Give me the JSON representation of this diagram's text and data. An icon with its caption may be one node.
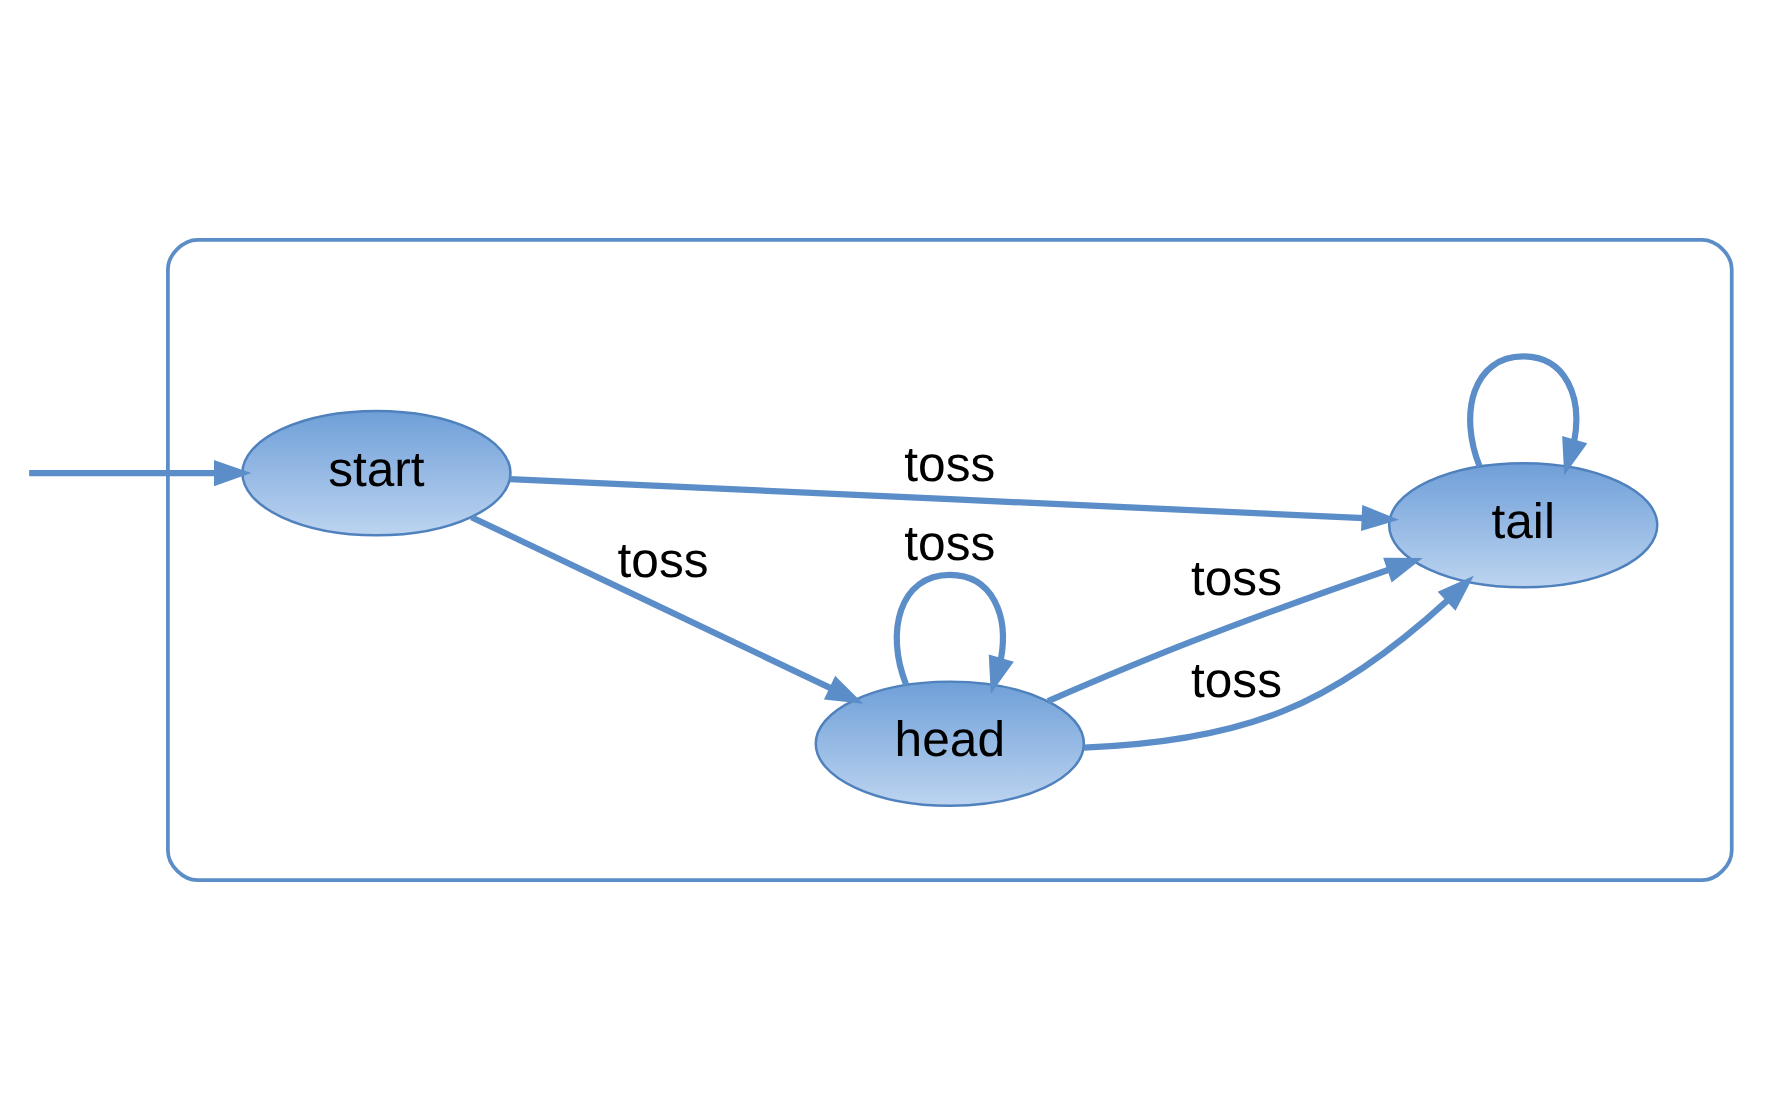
{
  "diagram": {
    "nodes": [
      {
        "text": [],
        "shape": "box"
      },
      {
        "text": [
          "start"
        ],
        "in": 0
      },
      {
        "text": [
          "head"
        ],
        "in": 0
      },
      {
        "text": [
          "tail"
        ],
        "in": 0
      }
    ],
    "edges": [
      {
        "from": null,
        "to": 1,
        "arrow": "to"
      },
      {
        "from": 1,
        "to": 2,
        "arrow": "to",
        "label": "toss"
      },
      {
        "from": 1,
        "to": 3,
        "arrow": "to",
        "label": "toss"
      },
      {
        "from": 2,
        "to": 2,
        "arrow": "to",
        "label": "toss"
      },
      {
        "from": 2,
        "to": 3,
        "arrow": "to",
        "label": "toss"
      },
      {
        "from": 2,
        "to": 3,
        "arrow": "to",
        "label": "toss"
      },
      {
        "from": 3,
        "to": 3,
        "arrow": "to"
      }
    ]
  }
}
